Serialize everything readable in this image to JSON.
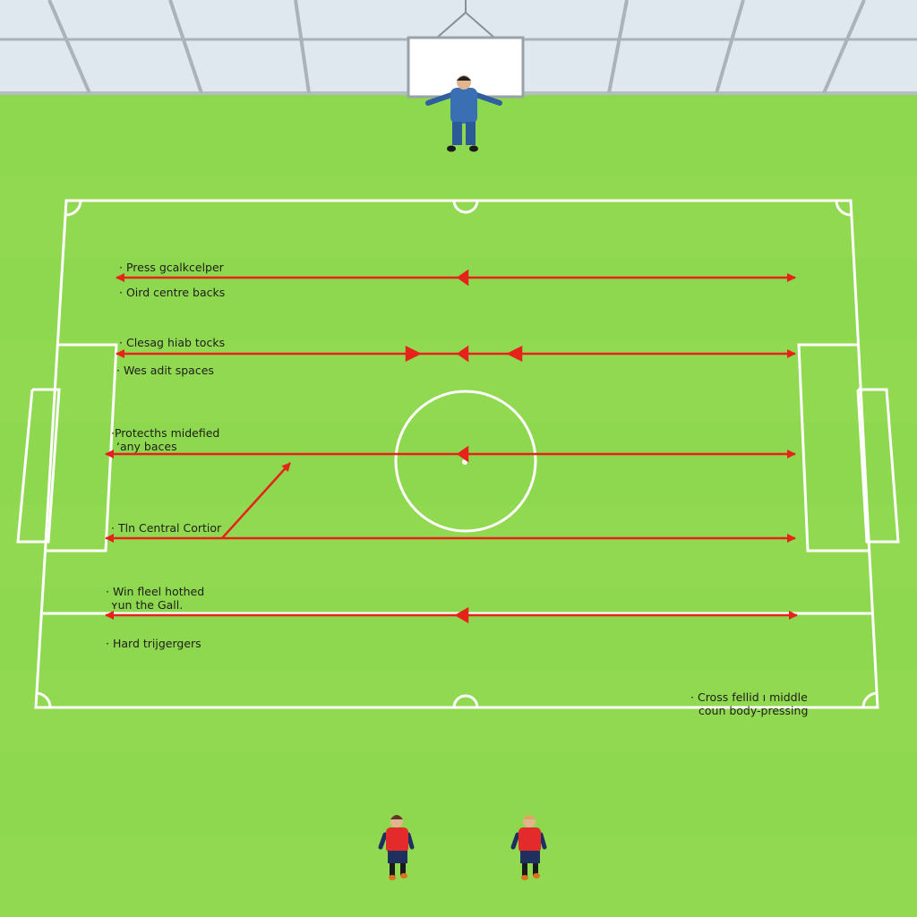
{
  "colors": {
    "grass": "#8ed84f",
    "grass_stripe": "#97de57",
    "pitch_lines": "#ffffff",
    "arrows": "#e5231b",
    "wall_glass": "#dfe8ee",
    "wall_frame": "#aab3ba",
    "coach_shirt": "#3a6fb3",
    "player_shirt": "#e32b2b",
    "player_shorts": "#1f2f5e"
  },
  "annotations": [
    {
      "text": "Press gcalkcelper",
      "bullet": "·"
    },
    {
      "text": "Oird centre backs",
      "bullet": "·"
    },
    {
      "text": "Clesag hiab tocks",
      "bullet": "·"
    },
    {
      "text": "Wes adit spaces",
      "bullet": "·"
    },
    {
      "text": "Protecths midefied",
      "bullet": "·"
    },
    {
      "text": "ʻany baces",
      "bullet": ""
    },
    {
      "text": "Tln Central Cortior",
      "bullet": "·"
    },
    {
      "text": "Win ﬂeel hothed",
      "bullet": "·"
    },
    {
      "text": "ʏun the Gall.",
      "bullet": ""
    },
    {
      "text": "Hard trijgergers",
      "bullet": "·"
    },
    {
      "text": "Cross fellid ı middle",
      "bullet": "·"
    },
    {
      "text": "coun body-pressing",
      "bullet": ""
    }
  ],
  "figures": {
    "coach": {
      "icon": "coach-figure-icon"
    },
    "players": [
      {
        "icon": "player-figure-icon",
        "hair": "#5a3a22"
      },
      {
        "icon": "player-figure-icon",
        "hair": "#d8a85e"
      }
    ]
  }
}
